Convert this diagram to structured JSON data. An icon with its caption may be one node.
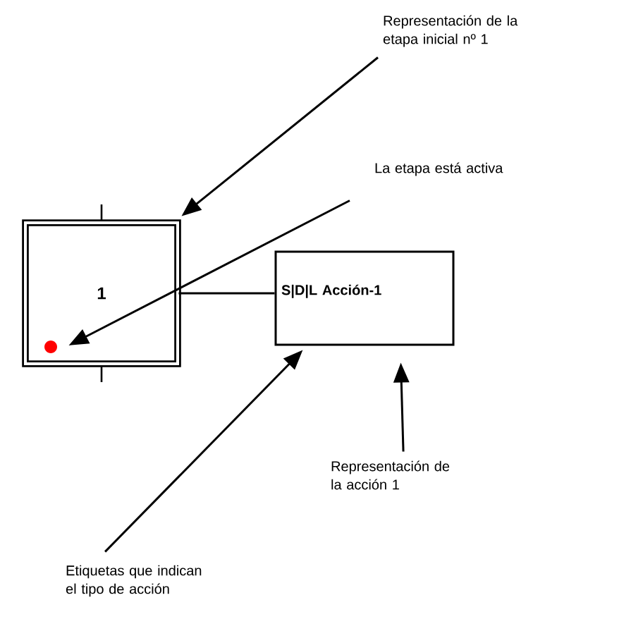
{
  "diagram": {
    "nodes": [
      {
        "text": [
          "1"
        ]
      },
      {
        "text": [],
        "shape": "circle",
        "in": 0
      },
      {
        "text": [
          "S|D|L Acción-1"
        ]
      },
      {
        "text": [
          "Representación de la etapa inicial nº 1"
        ]
      },
      {
        "text": [
          "La etapa está activa"
        ]
      },
      {
        "text": [
          "Representación de la acción 1"
        ]
      },
      {
        "text": [
          "Etiquetas que indican el tipo de acción"
        ]
      }
    ],
    "edges": [
      {
        "from": 0,
        "to": 2,
        "arrow": "none"
      },
      {
        "from": 3,
        "to": 0,
        "arrow": "to"
      },
      {
        "from": 4,
        "to": 1,
        "arrow": "to"
      },
      {
        "from": 6,
        "to": 2,
        "arrow": "to"
      },
      {
        "from": 5,
        "to": 2,
        "arrow": "to"
      }
    ]
  }
}
